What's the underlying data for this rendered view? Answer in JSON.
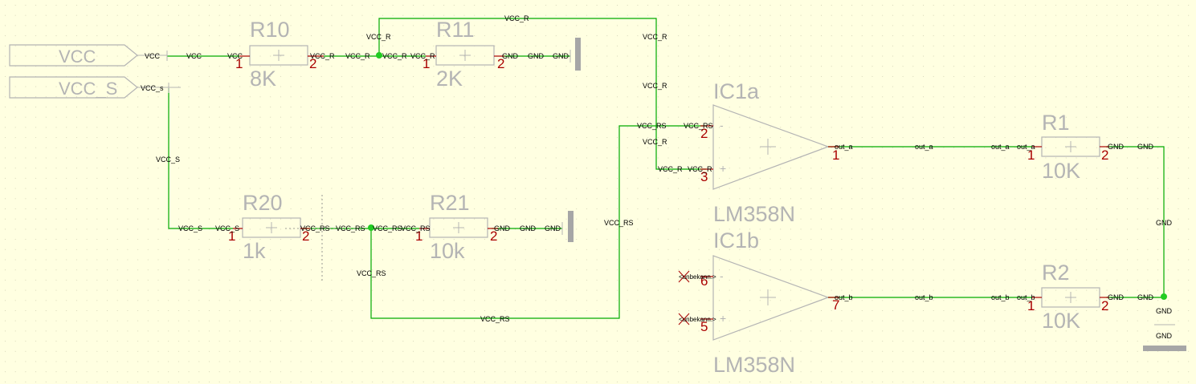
{
  "colors": {
    "background": "#ffffe1",
    "grid": "#d6d6b8",
    "wire": "#00aa00",
    "junction": "#22cc22",
    "pin": "#aa0000",
    "part_outline": "#b4b4b4",
    "label": "#b4b4b4",
    "net_text": "#000000",
    "ground_bar": "#a6a6a6"
  },
  "ports": {
    "vcc": "VCC",
    "vcc_s": "VCC_S"
  },
  "resistors": {
    "r10": {
      "name": "R10",
      "value": "8K"
    },
    "r11": {
      "name": "R11",
      "value": "2K"
    },
    "r20": {
      "name": "R20",
      "value": "1k"
    },
    "r21": {
      "name": "R21",
      "value": "10k"
    },
    "r1": {
      "name": "R1",
      "value": "10K"
    },
    "r2": {
      "name": "R2",
      "value": "10K"
    }
  },
  "opamps": {
    "ic1a": {
      "name": "IC1a",
      "value": "LM358N"
    },
    "ic1b": {
      "name": "IC1b",
      "value": "LM358N"
    }
  },
  "pins": {
    "one": "1",
    "two": "2",
    "three": "3",
    "five": "5",
    "six": "6",
    "seven": "7",
    "minus": "-",
    "plus": "+"
  },
  "nets": {
    "vcc": "VCC",
    "vcc_s": "VCC_S",
    "vcc_s_lower": "VCC_s",
    "vcc_r": "VCC_R",
    "vcc_rs": "VCC_RS",
    "gnd": "GND",
    "out_a": "out_a",
    "out_b": "out_b",
    "unknown": "<unbekann.>"
  }
}
